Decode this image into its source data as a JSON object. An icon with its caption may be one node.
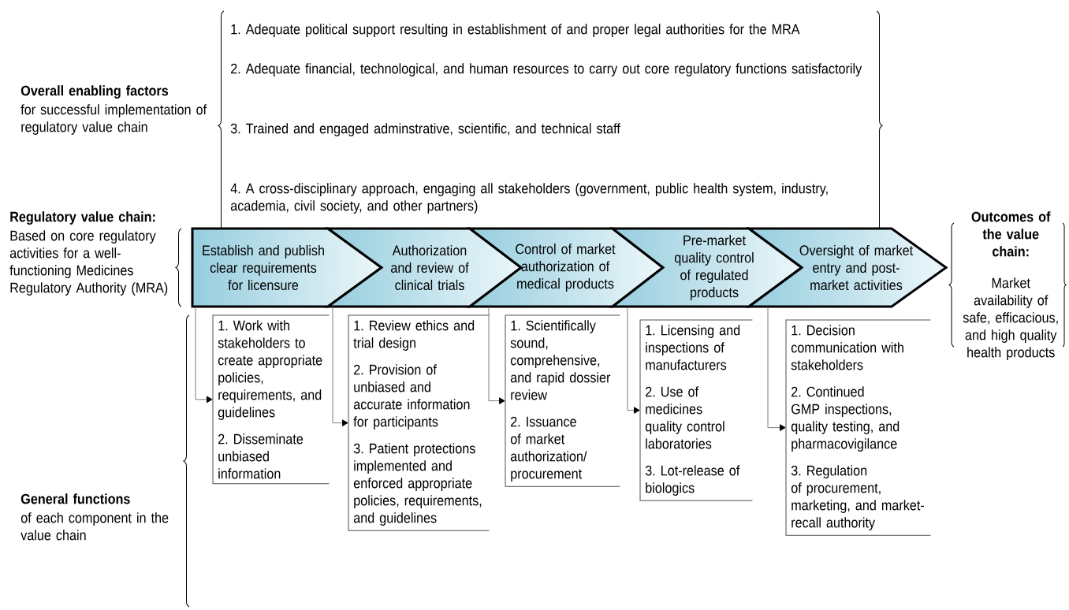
{
  "diagram": {
    "nodes": [
      {
        "text": [
          "Establish and publish clear requirements for licensure"
        ]
      },
      {
        "text": [
          "Authorization and review of clinical trials"
        ]
      },
      {
        "text": [
          "Control of market authorization of medical products"
        ]
      },
      {
        "text": [
          "Pre-market quality control of regulated products"
        ]
      },
      {
        "text": [
          "Oversight of market entry and post-market activities"
        ]
      },
      {
        "text": [
          "1. Work with stakeholders to create appropriate policies, requirements, and guidelines",
          "2. Disseminate unbiased information"
        ]
      },
      {
        "text": [
          "1. Review ethics and trial design",
          "2. Provision of unbiased and accurate information for participants",
          "3. Patient protections implemented and enforced appropriate policies, requirements, and guidelines"
        ]
      },
      {
        "text": [
          "1. Scientifically sound, comprehensive, and rapid dossier review",
          "2. Issuance of market authorization/ procurement"
        ]
      },
      {
        "text": [
          "1. Licensing and inspections of manufacturers",
          "2. Use of medicines quality control laboratories",
          "3. Lot-release of biologics"
        ]
      },
      {
        "text": [
          "1. Decision communication with stakeholders",
          "2. Continued GMP inspections, quality testing, and pharmacovigilance",
          "3. Regulation of procurement, marketing, and market-recall authority"
        ]
      }
    ],
    "edges": [
      {
        "from": 0,
        "to": 5,
        "arrow": "to"
      },
      {
        "from": 1,
        "to": 6,
        "arrow": "to"
      },
      {
        "from": 2,
        "to": 7,
        "arrow": "to"
      },
      {
        "from": 3,
        "to": 8,
        "arrow": "to"
      },
      {
        "from": 4,
        "to": 9,
        "arrow": "to"
      }
    ],
    "labels": [
      "Overall enabling factors",
      "for successful implementation of regulatory value chain",
      "1. Adequate political support resulting in establishment of and proper legal authorities for the MRA",
      "2. Adequate financial, technological, and human resources to carry out core regulatory functions satisfactorily",
      "3. Trained and engaged adminstrative, scientific, and technical staff",
      "4. A cross-disciplinary approach, engaging all stakeholders (government, public health system, industry, academia, civil society, and other partners)",
      "Regulatory value chain:",
      "Based on core regulatory activities for a well-functioning Medicines Regulatory Authority (MRA)",
      "Outcomes of the value chain:",
      "Market availability of safe, efficacious, and high quality health products",
      "General functions",
      "of each component in the value chain"
    ]
  }
}
